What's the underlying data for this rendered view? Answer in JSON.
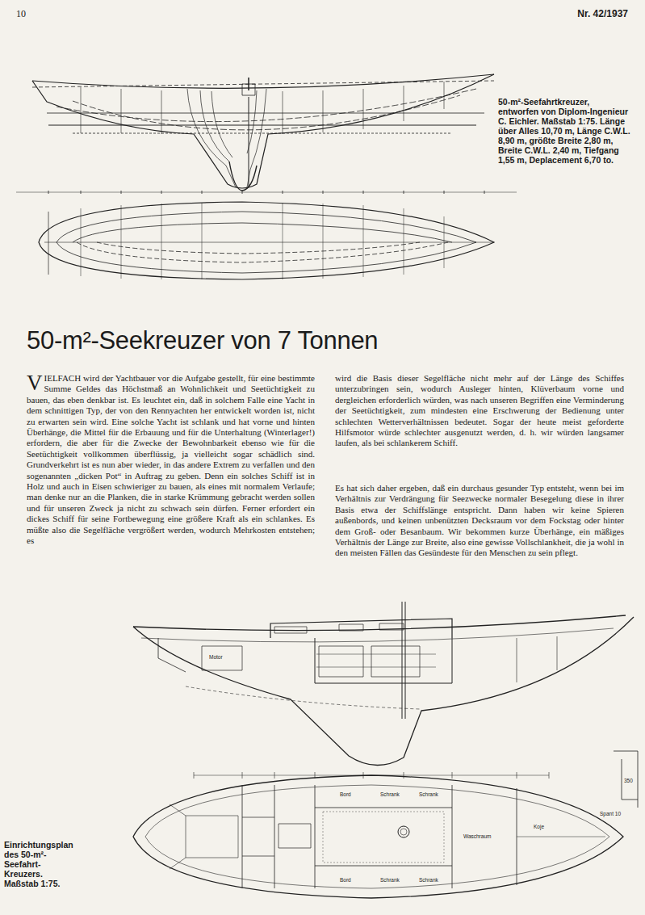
{
  "diagram": {
    "title": "50-m²-Seekreuzer von 7 Tonnen",
    "caption": "Einrichtungsplan des 50-m²-Seefahrt-Kreuzers. Maßstab 1:75.",
    "labels": [
      "10",
      "Nr. 42/1937",
      "50-m²-Seefahrtkreuzer, entworfen von Diplom-Ingenieur C. Eichler. Maßstab 1:75. Länge über Alles 10,70 m, Länge C.W.L. 8,90 m, größte Breite 2,80 m, Breite C.W.L. 2,40 m, Tiefgang 1,55 m, Deplacement 6,70 to.",
      "VIELFACH wird der Yachtbauer vor die Aufgabe gestellt, für eine bestimmte Summe Geldes das Höchstmaß an Wohnlichkeit und Seetüchtigkeit zu bauen, das eben denkbar ist. Es leuchtet ein, daß in solchem Falle eine Yacht in dem schnittigen Typ, der von den Rennyachten her entwickelt worden ist, nicht zu erwarten sein wird. Eine solche Yacht ist schlank und hat vorne und hinten Überhänge, die Mittel für die Erbauung und für die Unterhaltung (Winterlager!) erfordern, die aber für die Zwecke der Bewohnbarkeit ebenso wie für die Seetüchtigkeit vollkommen überflüssig, ja vielleicht sogar schädlich sind. Grundverkehrt ist es nun aber wieder, in das andere Extrem zu verfallen und den sogenannten „dicken Pot“ in Auftrag zu geben. Denn ein solches Schiff ist in Holz und auch in Eisen schwieriger zu bauen, als eines mit normalem Verlaufe; man denke nur an die Planken, die in starke Krümmung gebracht werden sollen und für unseren Zweck ja nicht zu schwach sein dürfen. Ferner erfordert ein dickes Schiff für seine Fortbewegung eine größere Kraft als ein schlankes. Es müßte also die Segelfläche vergrößert werden, wodurch Mehrkosten entstehen; es",
      "wird die Basis dieser Segelfläche nicht mehr auf der Länge des Schiffes unterzubringen sein, wodurch Ausleger hinten, Klüverbaum vorne und dergleichen erforderlich würden, was nach unseren Begriffen eine Verminderung der Seetüchtigkeit, zum mindesten eine Erschwerung der Bedienung unter schlechten Wetterverhältnissen bedeutet. Sogar der heute meist geforderte Hilfsmotor würde schlechter ausgenutzt werden, d. h. wir würden langsamer laufen, als bei schlankerem Schiff.",
      "Es hat sich daher ergeben, daß ein durchaus gesunder Typ entsteht, wenn bei im Verhältnis zur Verdrängung für Seezwecke normaler Besegelung diese in ihrer Basis etwa der Schiffslänge entspricht. Dann haben wir keine Spieren außenbords, und keinen unbenützten Decksraum vor dem Fockstag oder hinter dem Groß- oder Besanbaum. Wir bekommen kurze Überhänge, ein mäßiges Verhältnis der Länge zur Breite, also eine gewisse Vollschlankheit, die ja wohl in den meisten Fällen das Gesündeste für den Menschen zu sein pflegt.",
      "Motor",
      "Spant 10",
      "350",
      "Waschraum",
      "Schrank",
      "Schrank",
      "Schrank",
      "Schrank",
      "Bord",
      "Bord",
      "Koje"
    ]
  }
}
